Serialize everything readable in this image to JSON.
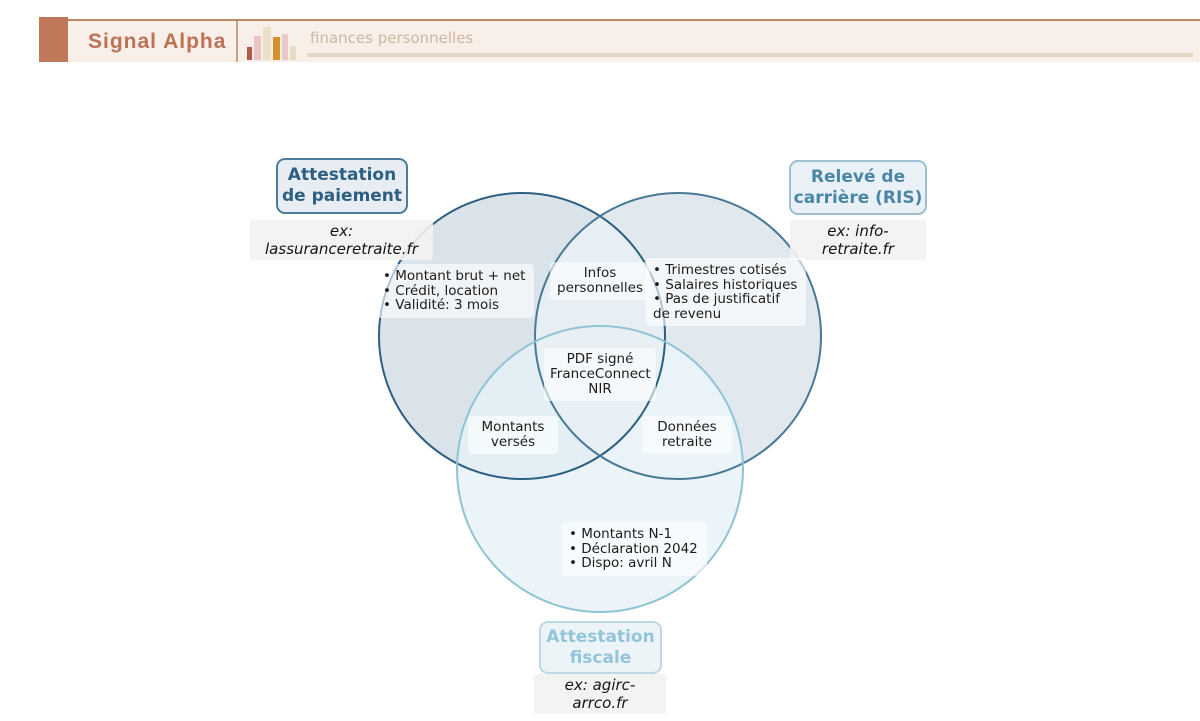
{
  "header": {
    "brand": "Signal Alpha",
    "search_value": "finances personnelles",
    "colors": {
      "accent_square": "#c0785a",
      "header_background": "#f8efe9",
      "brand_text": "#bd7156",
      "top_line": "#bb8964",
      "search_text": "#cdb7a2",
      "search_underline": "#e4d7c6"
    }
  },
  "venn": {
    "sets": [
      {
        "id": "attestation-paiement",
        "label_lines": [
          "Attestation",
          "de paiement"
        ],
        "example": "ex: lassuranceretraite.fr",
        "items": [
          "Montant brut + net",
          "Crédit, location",
          "Validité: 3 mois"
        ],
        "stroke": "#2d6080",
        "label_color": "#2c5f80"
      },
      {
        "id": "releve-carriere-ris",
        "label_lines": [
          "Relevé de",
          "carrière (RIS)"
        ],
        "example": "ex: info-retraite.fr",
        "items": [
          "Trimestres cotisés",
          "Salaires historiques",
          "Pas de justificatif"
        ],
        "item_continuation": "de revenu",
        "stroke": "#497a94",
        "label_color": "#4a86a5"
      },
      {
        "id": "attestation-fiscale",
        "label_lines": [
          "Attestation",
          "fiscale"
        ],
        "example": "ex: agirc-arrco.fr",
        "items": [
          "Montants N-1",
          "Déclaration 2042",
          "Dispo: avril N"
        ],
        "stroke": "#90c4d4",
        "label_color": "#92c5d7"
      }
    ],
    "intersections": {
      "left_right": [
        "Infos",
        "personnelles"
      ],
      "left_bottom": [
        "Montants",
        "versés"
      ],
      "right_bottom": [
        "Données",
        "retraite"
      ],
      "center": [
        "PDF signé",
        "FranceConnect",
        "NIR"
      ]
    }
  },
  "icons": {
    "logo": "bar-chart-icon"
  }
}
